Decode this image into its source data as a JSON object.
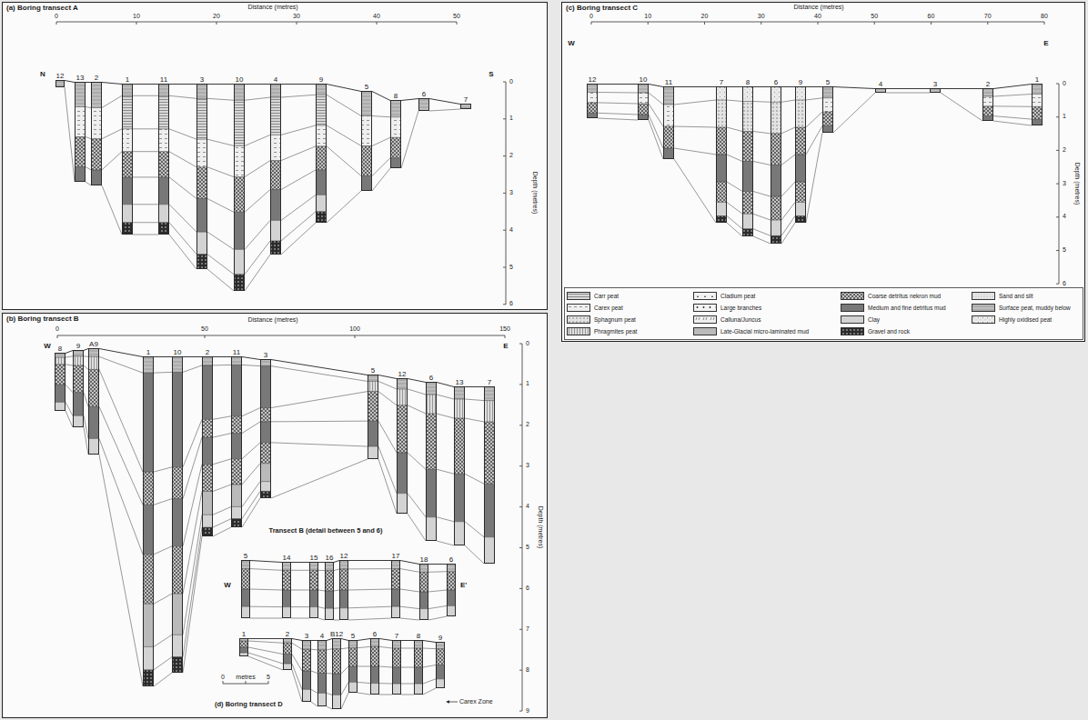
{
  "diagram": {
    "nodes": [
      {
        "text": [
          "(a) Boring transect A"
        ]
      },
      {
        "text": [
          "12"
        ],
        "in": 0
      },
      {
        "text": [
          "13"
        ],
        "in": 0
      },
      {
        "text": [
          "2"
        ],
        "in": 0
      },
      {
        "text": [
          "1"
        ],
        "in": 0
      },
      {
        "text": [
          "11"
        ],
        "in": 0
      },
      {
        "text": [
          "3"
        ],
        "in": 0
      },
      {
        "text": [
          "10"
        ],
        "in": 0
      },
      {
        "text": [
          "4"
        ],
        "in": 0
      },
      {
        "text": [
          "9"
        ],
        "in": 0
      },
      {
        "text": [
          "5"
        ],
        "in": 0
      },
      {
        "text": [
          "8"
        ],
        "in": 0
      },
      {
        "text": [
          "6"
        ],
        "in": 0
      },
      {
        "text": [
          "7"
        ],
        "in": 0
      },
      {
        "text": [
          "(c) Boring transect C"
        ]
      },
      {
        "text": [
          "12"
        ],
        "in": 14
      },
      {
        "text": [
          "10"
        ],
        "in": 14
      },
      {
        "text": [
          "11"
        ],
        "in": 14
      },
      {
        "text": [
          "7"
        ],
        "in": 14
      },
      {
        "text": [
          "8"
        ],
        "in": 14
      },
      {
        "text": [
          "6"
        ],
        "in": 14
      },
      {
        "text": [
          "9"
        ],
        "in": 14
      },
      {
        "text": [
          "5"
        ],
        "in": 14
      },
      {
        "text": [
          "4"
        ],
        "in": 14
      },
      {
        "text": [
          "3"
        ],
        "in": 14
      },
      {
        "text": [
          "2"
        ],
        "in": 14
      },
      {
        "text": [
          "1"
        ],
        "in": 14
      },
      {
        "text": [
          "(b) Boring transect B"
        ]
      },
      {
        "text": [
          "8"
        ],
        "in": 27
      },
      {
        "text": [
          "9"
        ],
        "in": 27
      },
      {
        "text": [
          "A9"
        ],
        "in": 27
      },
      {
        "text": [
          "1"
        ],
        "in": 27
      },
      {
        "text": [
          "10"
        ],
        "in": 27
      },
      {
        "text": [
          "2"
        ],
        "in": 27
      },
      {
        "text": [
          "11"
        ],
        "in": 27
      },
      {
        "text": [
          "3"
        ],
        "in": 27
      },
      {
        "text": [
          "5"
        ],
        "in": 27
      },
      {
        "text": [
          "12"
        ],
        "in": 27
      },
      {
        "text": [
          "6"
        ],
        "in": 27
      },
      {
        "text": [
          "13"
        ],
        "in": 27
      },
      {
        "text": [
          "7"
        ],
        "in": 27
      },
      {
        "text": [
          "5"
        ],
        "in": 27
      },
      {
        "text": [
          "14"
        ],
        "in": 27
      },
      {
        "text": [
          "15"
        ],
        "in": 27
      },
      {
        "text": [
          "16"
        ],
        "in": 27
      },
      {
        "text": [
          "12"
        ],
        "in": 27
      },
      {
        "text": [
          "17"
        ],
        "in": 27
      },
      {
        "text": [
          "18"
        ],
        "in": 27
      },
      {
        "text": [
          "6"
        ],
        "in": 27
      },
      {
        "text": [
          "1"
        ],
        "in": 27
      },
      {
        "text": [
          "2"
        ],
        "in": 27
      },
      {
        "text": [
          "3"
        ],
        "in": 27
      },
      {
        "text": [
          "4"
        ],
        "in": 27
      },
      {
        "text": [
          "B12"
        ],
        "in": 27
      },
      {
        "text": [
          "5"
        ],
        "in": 27
      },
      {
        "text": [
          "6"
        ],
        "in": 27
      },
      {
        "text": [
          "7"
        ],
        "in": 27
      },
      {
        "text": [
          "8"
        ],
        "in": 27
      },
      {
        "text": [
          "9"
        ],
        "in": 27
      }
    ],
    "edges": [
      {
        "from": 1,
        "to": 2,
        "arrow": "none"
      },
      {
        "from": 2,
        "to": 3,
        "arrow": "none"
      },
      {
        "from": 3,
        "to": 4,
        "arrow": "none"
      },
      {
        "from": 4,
        "to": 5,
        "arrow": "none"
      },
      {
        "from": 5,
        "to": 6,
        "arrow": "none"
      },
      {
        "from": 6,
        "to": 7,
        "arrow": "none"
      },
      {
        "from": 7,
        "to": 8,
        "arrow": "none"
      },
      {
        "from": 8,
        "to": 9,
        "arrow": "none"
      },
      {
        "from": 9,
        "to": 10,
        "arrow": "none"
      },
      {
        "from": 10,
        "to": 11,
        "arrow": "none"
      },
      {
        "from": 11,
        "to": 12,
        "arrow": "none"
      },
      {
        "from": 12,
        "to": 13,
        "arrow": "none"
      },
      {
        "from": 15,
        "to": 16,
        "arrow": "none"
      },
      {
        "from": 16,
        "to": 17,
        "arrow": "none"
      },
      {
        "from": 17,
        "to": 18,
        "arrow": "none"
      },
      {
        "from": 18,
        "to": 19,
        "arrow": "none"
      },
      {
        "from": 19,
        "to": 20,
        "arrow": "none"
      },
      {
        "from": 20,
        "to": 21,
        "arrow": "none"
      },
      {
        "from": 21,
        "to": 22,
        "arrow": "none"
      },
      {
        "from": 22,
        "to": 23,
        "arrow": "none"
      },
      {
        "from": 23,
        "to": 24,
        "arrow": "none"
      },
      {
        "from": 24,
        "to": 25,
        "arrow": "none"
      },
      {
        "from": 25,
        "to": 26,
        "arrow": "none"
      },
      {
        "from": 28,
        "to": 29,
        "arrow": "none"
      },
      {
        "from": 29,
        "to": 30,
        "arrow": "none"
      },
      {
        "from": 30,
        "to": 31,
        "arrow": "none"
      },
      {
        "from": 31,
        "to": 32,
        "arrow": "none"
      },
      {
        "from": 32,
        "to": 33,
        "arrow": "none"
      },
      {
        "from": 33,
        "to": 34,
        "arrow": "none"
      },
      {
        "from": 34,
        "to": 35,
        "arrow": "none"
      },
      {
        "from": 35,
        "to": 36,
        "arrow": "none"
      },
      {
        "from": 36,
        "to": 37,
        "arrow": "none"
      },
      {
        "from": 37,
        "to": 38,
        "arrow": "none"
      },
      {
        "from": 38,
        "to": 39,
        "arrow": "none"
      },
      {
        "from": 39,
        "to": 40,
        "arrow": "none"
      },
      {
        "from": 41,
        "to": 42,
        "arrow": "none"
      },
      {
        "from": 42,
        "to": 43,
        "arrow": "none"
      },
      {
        "from": 43,
        "to": 44,
        "arrow": "none"
      },
      {
        "from": 44,
        "to": 45,
        "arrow": "none"
      },
      {
        "from": 45,
        "to": 46,
        "arrow": "none"
      },
      {
        "from": 46,
        "to": 47,
        "arrow": "none"
      },
      {
        "from": 47,
        "to": 48,
        "arrow": "none"
      },
      {
        "from": 49,
        "to": 50,
        "arrow": "none"
      },
      {
        "from": 50,
        "to": 51,
        "arrow": "none"
      },
      {
        "from": 51,
        "to": 52,
        "arrow": "none"
      },
      {
        "from": 52,
        "to": 53,
        "arrow": "none"
      },
      {
        "from": 53,
        "to": 54,
        "arrow": "none"
      },
      {
        "from": 54,
        "to": 55,
        "arrow": "none"
      },
      {
        "from": 55,
        "to": 56,
        "arrow": "none"
      },
      {
        "from": 56,
        "to": 57,
        "arrow": "none"
      },
      {
        "from": 57,
        "to": 58,
        "arrow": "none"
      }
    ],
    "labels": [
      "Distance (metres)",
      "0",
      "10",
      "20",
      "30",
      "40",
      "50",
      "N",
      "S",
      "0",
      "1",
      "2",
      "3",
      "4",
      "5",
      "6",
      "Depth (metres)",
      "Distance (metres)",
      "0",
      "10",
      "20",
      "30",
      "40",
      "50",
      "60",
      "70",
      "80",
      "W",
      "E",
      "0",
      "1",
      "2",
      "3",
      "4",
      "5",
      "6",
      "Depth (metres)",
      "Distance (metres)",
      "0",
      "50",
      "100",
      "150",
      "W",
      "E",
      "0",
      "1",
      "2",
      "3",
      "4",
      "5",
      "6",
      "7",
      "8",
      "9",
      "Depth (metres)",
      "Transect B (detail between 5 and 6)",
      "W",
      "E'",
      "(d) Boring transect D",
      "0",
      "metres",
      "5",
      "Carex Zone"
    ],
    "legend": [
      {
        "text": "Carr peat",
        "color": "#d8d8d8"
      },
      {
        "text": "Carex peat",
        "color": "#efefef"
      },
      {
        "text": "Sphagnum peat",
        "color": "#e3e3e3"
      },
      {
        "text": "Phragmites peat",
        "color": "#dddddd"
      },
      {
        "text": "Cladium peat",
        "color": "#f2f2f2"
      },
      {
        "text": "Large branches",
        "color": "#f4f4f4"
      },
      {
        "text": "Calluna/Juncus",
        "color": "#f0f0f0"
      },
      {
        "text": "Late-Glacial micro-laminated mud",
        "color": "#cfcfcf"
      },
      {
        "text": "Coarse detritus nekron mud",
        "color": "#c4c4c4"
      },
      {
        "text": "Medium and fine detritus mud",
        "color": "#8f8f8f"
      },
      {
        "text": "Clay",
        "color": "#d3d3d3"
      },
      {
        "text": "Gravel and rock",
        "color": "#2b2b2b"
      },
      {
        "text": "Sand and silt",
        "color": "#e8e8e8"
      },
      {
        "text": "Surface peat, muddy below",
        "color": "#bdbdbd"
      },
      {
        "text": "Highly oxidised peat",
        "color": "#e9e9e9"
      }
    ]
  }
}
